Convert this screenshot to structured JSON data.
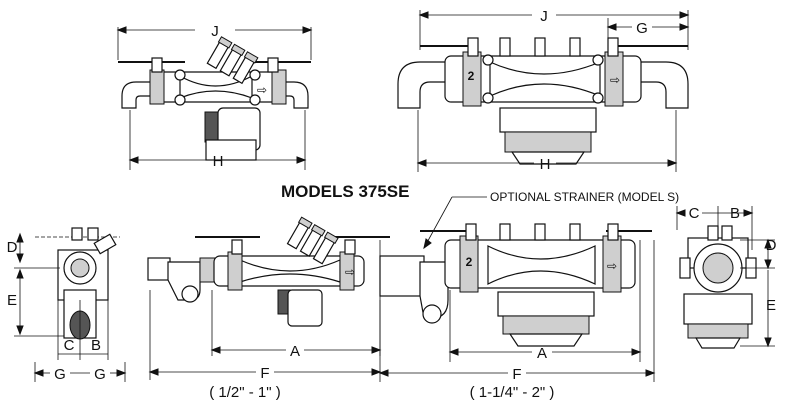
{
  "title": "MODELS  375SE",
  "note": "OPTIONAL STRAINER (MODEL S)",
  "captions": {
    "small": "( 1/2\" - 1\" )",
    "large": "( 1-1/4\" - 2\" )"
  },
  "dims": {
    "A": "A",
    "B": "B",
    "C": "C",
    "D": "D",
    "E": "E",
    "F": "F",
    "G": "G",
    "H": "H",
    "J": "J"
  },
  "marks": {
    "two": "2",
    "arrow": "⇨"
  },
  "colors": {
    "line": "#111111",
    "shade": "#cfcfcf",
    "dark": "#555555"
  }
}
